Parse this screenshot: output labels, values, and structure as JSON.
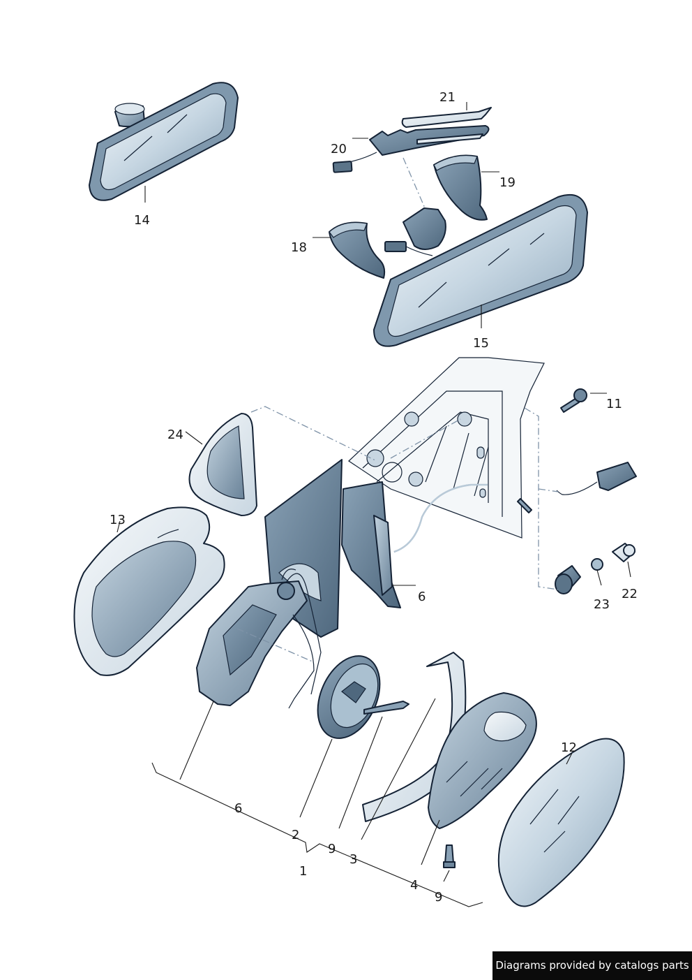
{
  "labels": {
    "l1": "1",
    "l2": "2",
    "l3": "3",
    "l4": "4",
    "l6a": "6",
    "l6b": "6",
    "l9a": "9",
    "l9b": "9",
    "l11": "11",
    "l12": "12",
    "l13": "13",
    "l14": "14",
    "l15": "15",
    "l18": "18",
    "l19": "19",
    "l20": "20",
    "l21": "21",
    "l22": "22",
    "l23": "23",
    "l24": "24"
  },
  "credit": "Diagrams provided by catalogs parts",
  "colors": {
    "fill": "#9fb6c8",
    "fill_light": "#dfe8ef",
    "fill_dark": "#6f889e",
    "outline": "#142235",
    "dash": "#7f93a8"
  }
}
